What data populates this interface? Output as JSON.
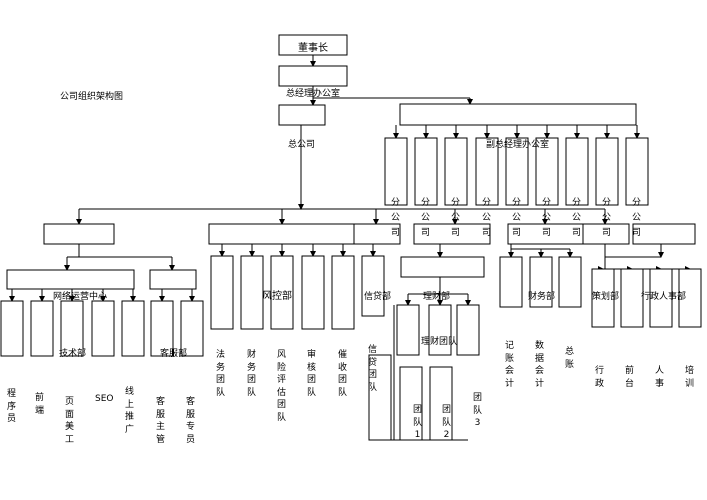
{
  "title": "公司组织架构图",
  "board": "董事长",
  "gm_office": "总经理办公室",
  "company": "总公司",
  "deputy_gm_office": "副总经理办公室",
  "branch_lines": [
    "分",
    "公",
    "司"
  ],
  "depts": {
    "network_ops": "网络运营中心",
    "tech": "技术部",
    "customer_service": "客服部",
    "risk": "风控部",
    "credit": "信贷部",
    "wealth": "理财部",
    "wealth_team": "理财团队",
    "finance": "财务部",
    "planning": "策划部",
    "admin_hr": "行政人事部"
  },
  "roles": {
    "programmer": "程序员",
    "frontend": "前端",
    "ui": "页面美工",
    "seo": "SEO",
    "online_promo": "线上推广",
    "cs_manager": "客服主管",
    "cs_staff": "客服专员",
    "legal_team": "法务团队",
    "finance_team": "财务团队",
    "risk_team": "风险评估团队",
    "audit_team": "审核团队",
    "collection_team": "催收团队",
    "credit_team": "信贷团队",
    "team1": "团队1",
    "team2": "团队2",
    "team3": "团队3",
    "bookkeeping": "记账会计",
    "data_accounting": "数据会计",
    "cashier": "总账",
    "admin": "行政",
    "reception": "前台",
    "hr": "人事",
    "training": "培训"
  }
}
